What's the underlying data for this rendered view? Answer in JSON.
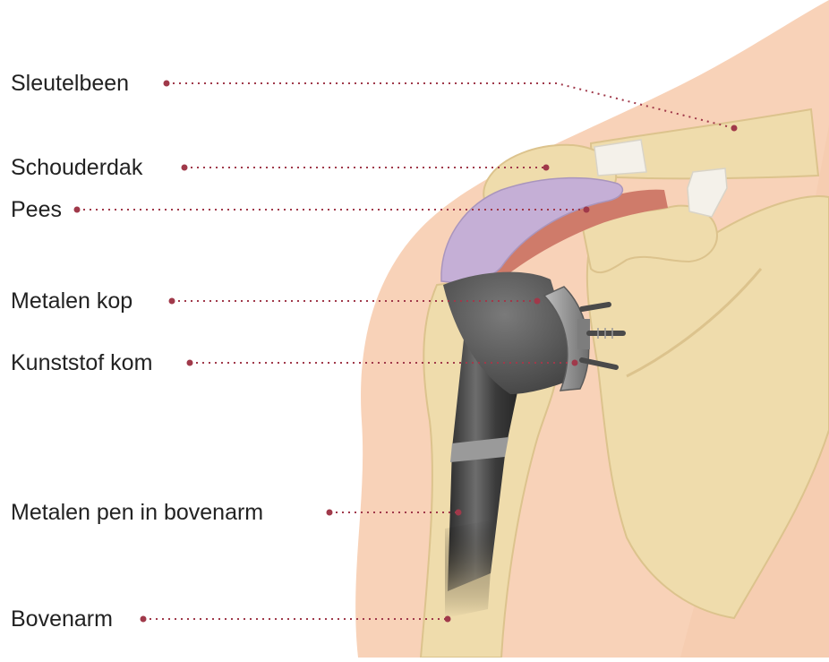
{
  "colors": {
    "skin": "#f8d2b8",
    "skin_shadow": "#f2c3a4",
    "bone": "#efdcac",
    "bone_dark": "#d9c28c",
    "ligament": "#f4f1ea",
    "cartilage": "#c5afd6",
    "tendon": "#cf7b6a",
    "metal": "#5b5b5b",
    "metal_light": "#8f8f8f",
    "metal_dark": "#2c2c2c",
    "leader": "#a0394a"
  },
  "labels": {
    "sleutelbeen": "Sleutelbeen",
    "schouderdak": "Schouderdak",
    "pees": "Pees",
    "metalen_kop": "Metalen kop",
    "kunststof_kom": "Kunststof kom",
    "metalen_pen": "Metalen pen in bovenarm",
    "bovenarm": "Bovenarm"
  }
}
